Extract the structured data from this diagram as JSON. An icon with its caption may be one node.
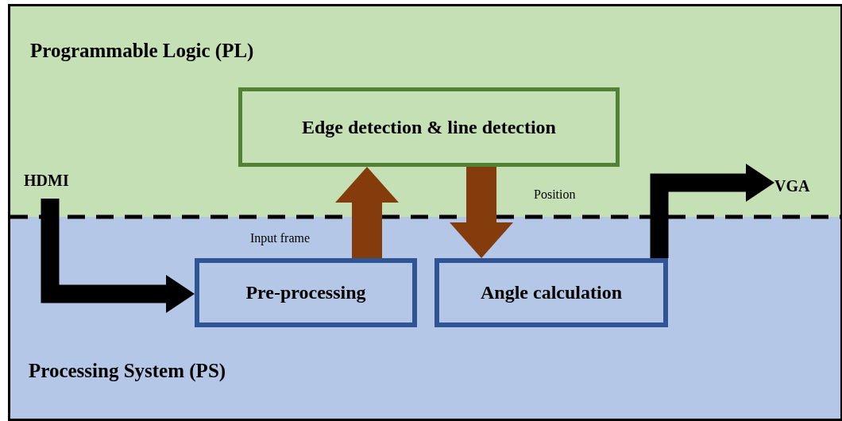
{
  "diagram": {
    "nodes": [
      {
        "text": [
          "Programmable Logic (PL)"
        ]
      },
      {
        "text": [
          "Processing System (PS)"
        ]
      },
      {
        "text": [
          "Edge detection & line detection"
        ],
        "in": 0
      },
      {
        "text": [
          "Pre-processing"
        ],
        "in": 1
      },
      {
        "text": [
          "Angle calculation"
        ],
        "in": 1
      },
      {
        "text": [
          "HDMI"
        ],
        "in": 0
      },
      {
        "text": [
          "VGA"
        ],
        "in": 0
      }
    ],
    "edges": [
      {
        "from": 5,
        "to": 3,
        "arrow": "to"
      },
      {
        "from": 3,
        "to": 2,
        "arrow": "to",
        "color": "#843c0c",
        "label": "Input frame"
      },
      {
        "from": 2,
        "to": 4,
        "arrow": "to",
        "color": "#843c0c",
        "label": "Position"
      },
      {
        "from": 4,
        "to": 6,
        "arrow": "to"
      }
    ]
  }
}
